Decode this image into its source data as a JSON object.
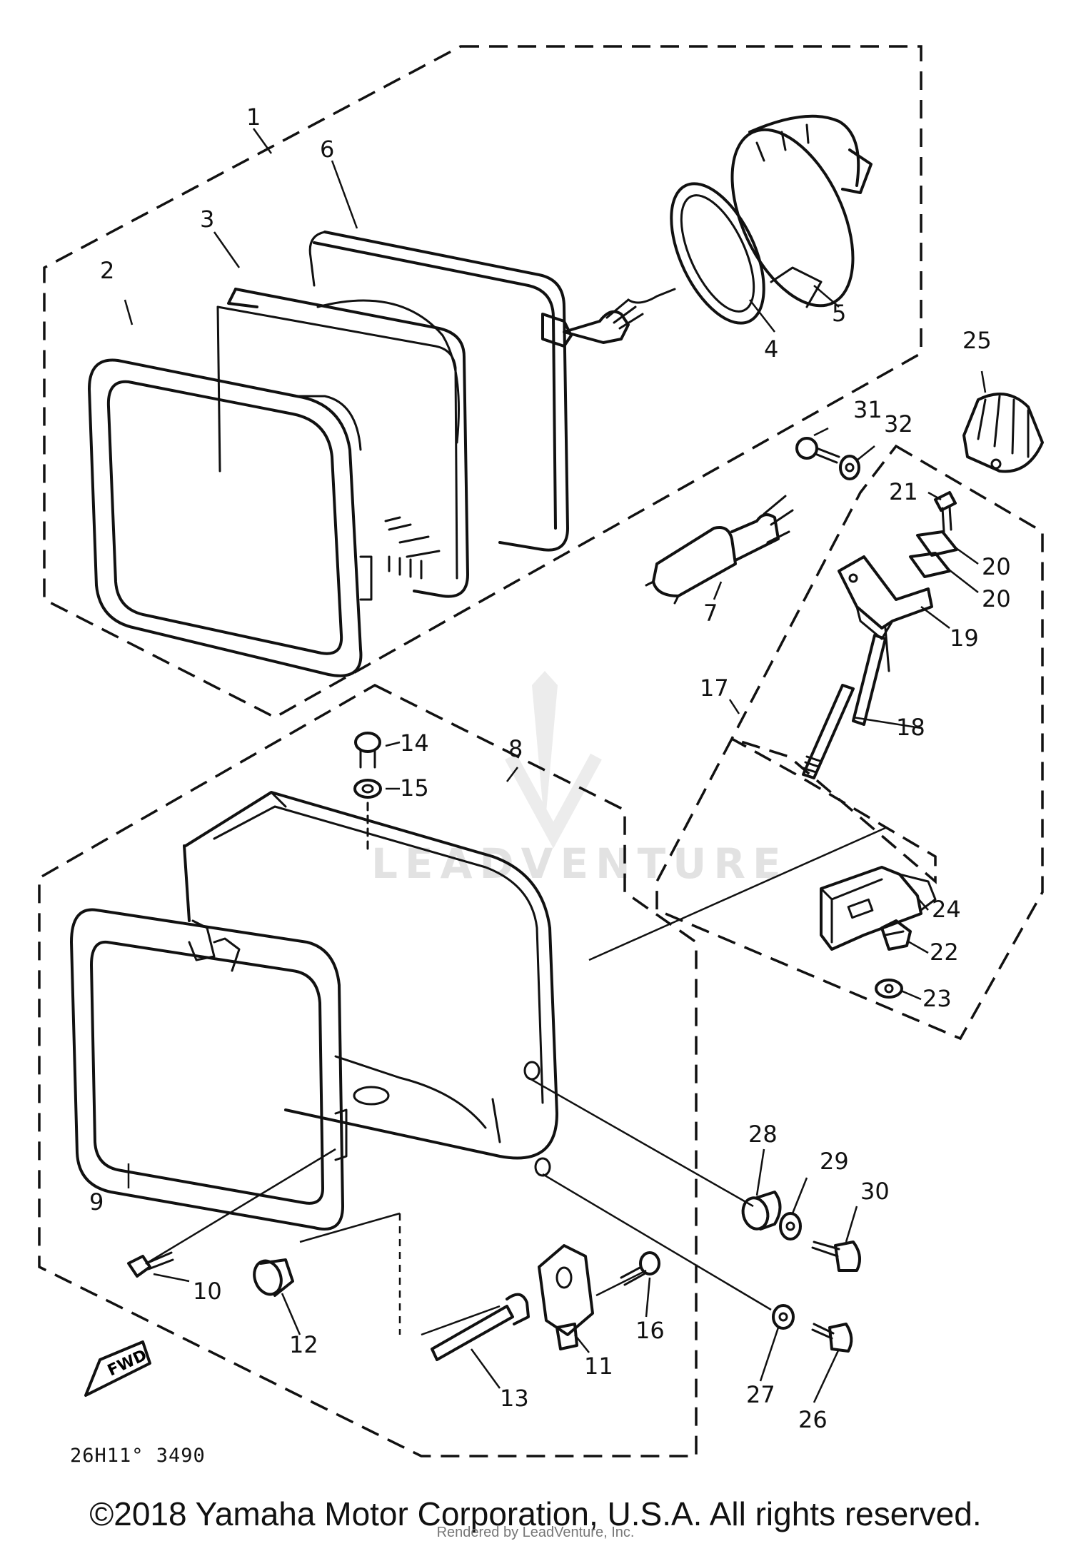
{
  "diagram": {
    "callouts": [
      "1",
      "2",
      "3",
      "4",
      "5",
      "6",
      "7",
      "8",
      "9",
      "10",
      "11",
      "12",
      "13",
      "14",
      "15",
      "16",
      "17",
      "18",
      "19",
      "20",
      "20",
      "21",
      "22",
      "23",
      "24",
      "25",
      "26",
      "27",
      "28",
      "29",
      "30",
      "31",
      "32"
    ],
    "diagram_code": "26H11° 3490",
    "arrow_label": "FWD",
    "watermark": "LEADVENTURE"
  },
  "footer": {
    "copyright": "©2018 Yamaha Motor Corporation, U.S.A. All rights reserved.",
    "rendered_by": "Rendered by LeadVenture, Inc."
  }
}
